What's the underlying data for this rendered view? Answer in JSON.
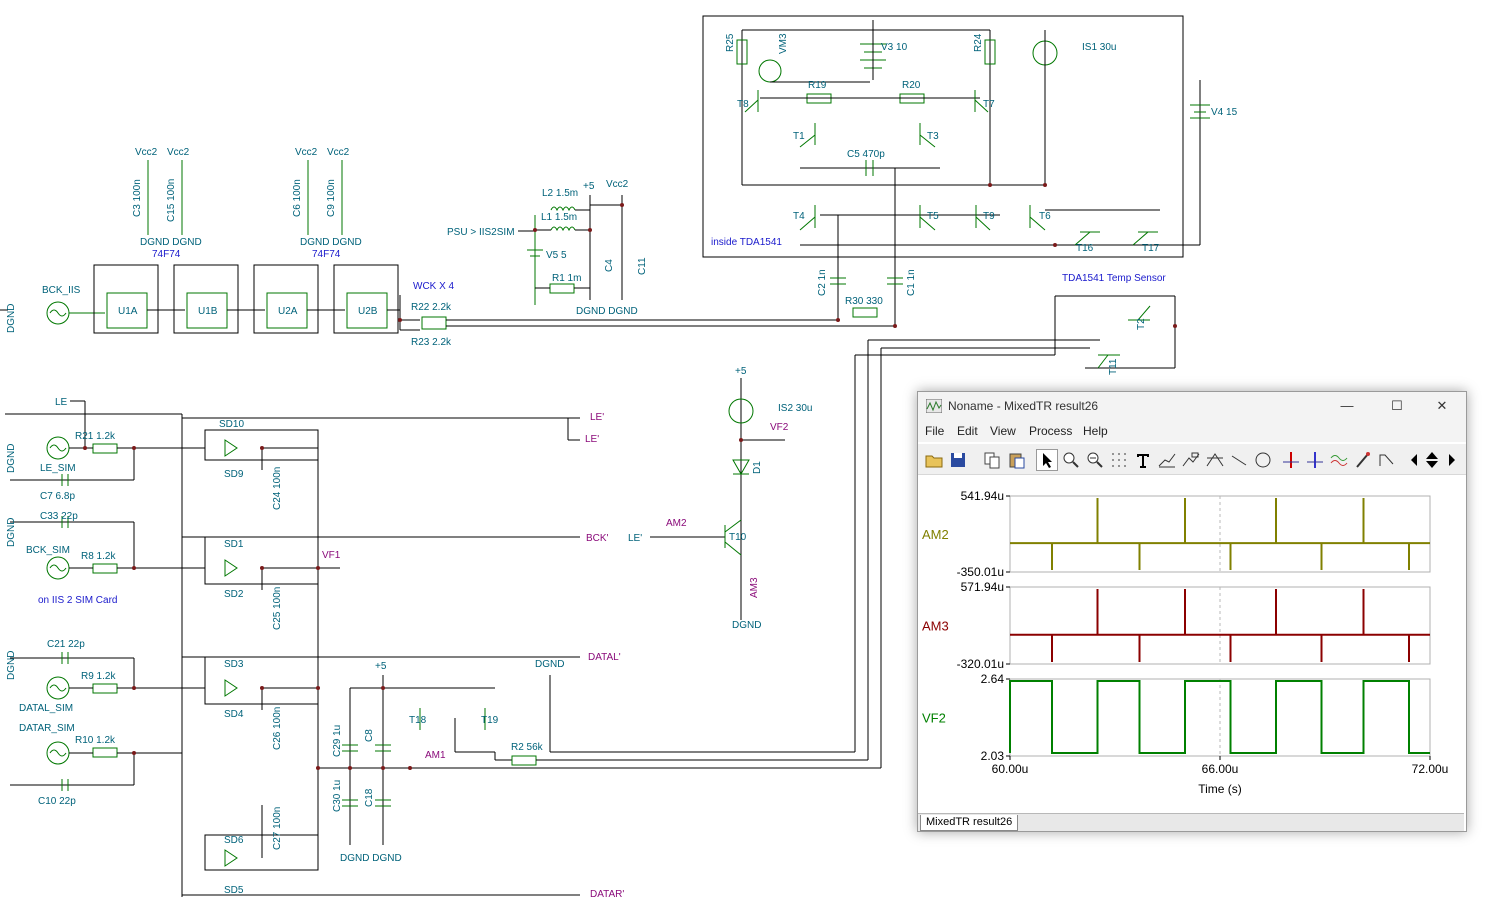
{
  "schematic": {
    "label_texts": [
      "Vcc2",
      "Vcc2",
      "Vcc2",
      "Vcc2",
      "C3 100n",
      "C15 100n",
      "C6 100n",
      "C9 100n",
      "DGND DGND",
      "DGND DGND",
      "74F74",
      "74F74",
      "BCK_IIS",
      "DGND",
      "U1A",
      "U1B",
      "U2A",
      "U2B",
      "WCK X 4",
      "R22 2.2k",
      "R23 2.2k",
      "L2 1.5m",
      "L1 1.5m",
      "+5",
      "Vcc2",
      "PSU > IIS2SIM",
      "V5 5",
      "R1 1m",
      "C4",
      "C11",
      "DGND DGND",
      "R25",
      "VM3",
      "V3 10",
      "R24",
      "IS1 30u",
      "R19",
      "R20",
      "T8",
      "T7",
      "T1",
      "T3",
      "C5 470p",
      "T4",
      "T5",
      "T9",
      "T6",
      "inside TDA1541",
      "V4 15",
      "T16",
      "T17",
      "C2 1n",
      "C1 1n",
      "R30 330",
      "TDA1541 Temp Sensor",
      "T2",
      "T11",
      "LE",
      "R21 1.2k",
      "LE_SIM",
      "C7 6.8p",
      "C33 22p",
      "BCK_SIM",
      "R8 1.2k",
      "on IIS 2 SIM Card",
      "C21 22p",
      "R9 1.2k",
      "DATAL_SIM",
      "DATAR_SIM",
      "R10 1.2k",
      "C10 22p",
      "SD10",
      "SD9",
      "C24 100n",
      "SD1",
      "SD2",
      "C25 100n",
      "SD3",
      "SD4",
      "C26 100n",
      "SD6",
      "SD5",
      "C27 100n",
      "VF1",
      "LE'",
      "LE'",
      "BCK'",
      "DATAL'",
      "DATAR'",
      "+5",
      "IS2 30u",
      "VF2",
      "D1",
      "AM2",
      "LE'",
      "T10",
      "AM3",
      "DGND",
      "+5",
      "C29 1u",
      "C8",
      "C30 1u",
      "C18",
      "T18",
      "T19",
      "AM1",
      "R2 56k",
      "DGND",
      "DGND DGND",
      "DGND",
      "DGND",
      "DGND"
    ]
  },
  "window": {
    "title": "Noname - MixedTR result26",
    "minimize": "—",
    "maximize": "☐",
    "close": "✕",
    "menu": [
      "File",
      "Edit",
      "View",
      "Process",
      "Help"
    ],
    "tab_label": "MixedTR result26"
  },
  "toolbar_icons": [
    "open-icon",
    "save-icon",
    "copy-icon",
    "paste-icon",
    "pointer-icon",
    "zoom-in-icon",
    "zoom-100-icon",
    "grid-icon",
    "text-icon",
    "annotate-icon",
    "tag-icon",
    "cursor-icon",
    "line-icon",
    "circle-icon",
    "cursor-a-icon",
    "cursor-b-icon",
    "waves-icon",
    "probe-icon",
    "step-icon",
    "scroll-left-icon",
    "scroll-updown-icon",
    "scroll-right-icon"
  ],
  "chart_data": {
    "type": "line",
    "xlabel": "Time (s)",
    "x_ticks": [
      "60.00u",
      "66.00u",
      "72.00u"
    ],
    "xlim": [
      60,
      72
    ],
    "x_unit": "u",
    "traces": [
      {
        "name": "AM2",
        "ymax_label": "541.94u",
        "ymin_label": "-350.01u",
        "color": "#808000",
        "up_spikes": [
          62.5,
          65.0,
          67.6,
          70.1
        ],
        "down_spikes": [
          61.2,
          63.7,
          66.3,
          68.9,
          71.4
        ],
        "baseline": 0
      },
      {
        "name": "AM3",
        "ymax_label": "571.94u",
        "ymin_label": "-320.01u",
        "color": "#8b0000",
        "up_spikes": [
          62.5,
          65.0,
          67.6,
          70.1
        ],
        "down_spikes": [
          61.2,
          63.7,
          66.3,
          68.9,
          71.4
        ],
        "baseline": 0
      },
      {
        "name": "VF2",
        "ymax_label": "2.64",
        "ymin_label": "2.03",
        "color": "#008000",
        "high_intervals": [
          [
            60.0,
            61.2
          ],
          [
            62.5,
            63.7
          ],
          [
            65.0,
            66.3
          ],
          [
            67.6,
            68.9
          ],
          [
            70.1,
            71.4
          ]
        ],
        "high": 2.64,
        "low": 2.03
      }
    ]
  }
}
